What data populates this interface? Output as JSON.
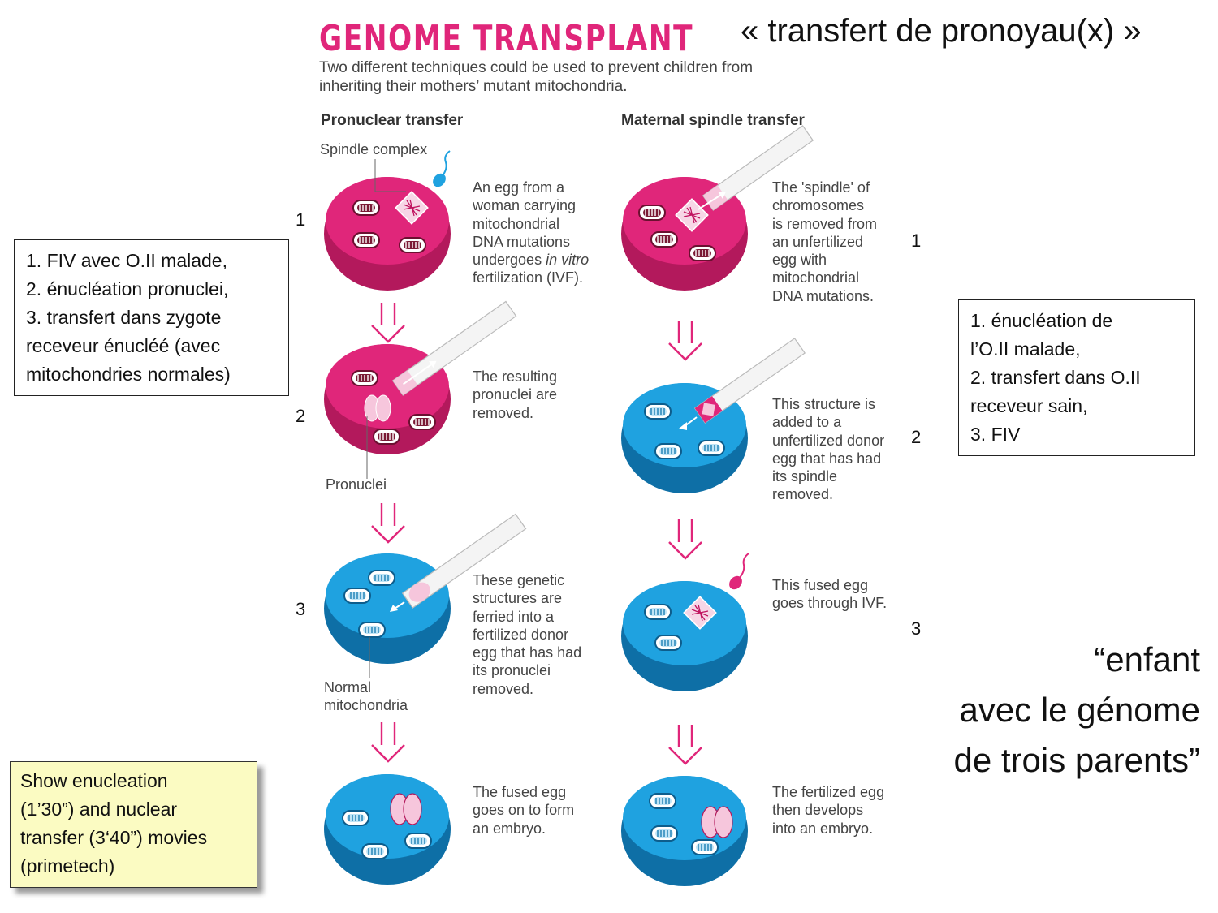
{
  "figure": {
    "title": "GENOME TRANSPLANT",
    "subtitle": "Two different techniques could be used to prevent children from inheriting their mothers’ mutant mitochondria.",
    "pronuclear": {
      "heading": "Pronuclear transfer",
      "labels": {
        "spindle": "Spindle complex",
        "pronuclei": "Pronuclei",
        "normal_mito": [
          "Normal",
          "mitochondria"
        ]
      },
      "captions": [
        [
          "An egg from a",
          "woman carrying",
          "mitochondrial",
          "DNA mutations",
          "undergoes in vitro",
          "fertilization (IVF)."
        ],
        [
          "The resulting",
          "pronuclei are",
          "removed."
        ],
        [
          "These genetic",
          "structures are",
          "ferried into a",
          "fertilized donor",
          "egg that has had",
          "its pronuclei",
          "removed."
        ],
        [
          "The fused egg",
          "goes on to form",
          "an embryo."
        ]
      ]
    },
    "spindle": {
      "heading": "Maternal spindle transfer",
      "captions": [
        [
          "The 'spindle' of",
          "chromosomes",
          "is removed from",
          "an unfertilized",
          "egg with",
          "mitochondrial",
          "DNA mutations."
        ],
        [
          "This structure is",
          "added to a",
          "unfertilized donor",
          "egg that has had",
          "its spindle",
          "removed."
        ],
        [
          "This fused egg",
          "goes through IVF."
        ],
        [
          "The fertilized egg",
          "then develops",
          "into an embryo."
        ]
      ]
    },
    "colors": {
      "mutant_egg": "#e0267a",
      "donor_egg": "#1fa2e0",
      "arrow": "#e0267a"
    }
  },
  "annotations": {
    "step_numbers_left": [
      "1",
      "2",
      "3"
    ],
    "step_numbers_right": [
      "1",
      "2",
      "3"
    ],
    "top_right_title": "« transfert de pronoyau(x) »",
    "left_box": [
      "1. FIV avec O.II malade,",
      "2. énucléation pronuclei,",
      "3. transfert dans zygote",
      "receveur énucléé (avec",
      "mitochondries normales)"
    ],
    "right_box": [
      "1. énucléation de",
      "l’O.II malade,",
      "2. transfert dans O.II",
      "receveur sain,",
      "3. FIV"
    ],
    "quote": [
      "“enfant",
      "avec le génome",
      "de trois parents”"
    ],
    "note": [
      "Show enucleation",
      "(1’30”) and nuclear",
      "transfer (3‘40”) movies",
      "(primetech)"
    ]
  }
}
